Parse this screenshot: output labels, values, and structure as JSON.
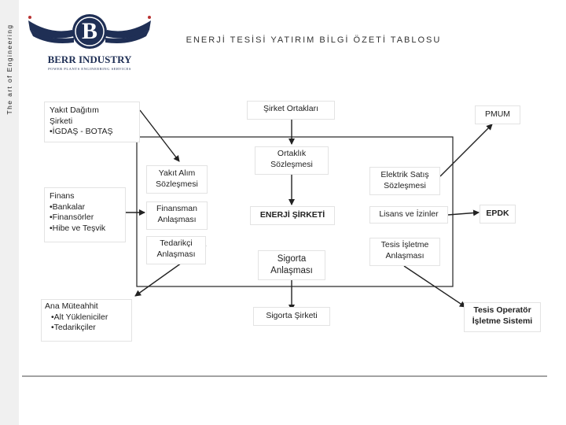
{
  "sidebar": {
    "text": "The art of Engineering"
  },
  "logo": {
    "letter": "B",
    "name": "BERR INDUSTRY",
    "tagline": "POWER PLANTS ENGINEERING SERVICES"
  },
  "header": {
    "title": "ENERJİ TESİSİ YATIRIM BİLGİ ÖZETİ TABLOSU"
  },
  "nodes": {
    "yakit_dagitim": {
      "lines": [
        "Yakıt Dağıtım",
        "Şirketi",
        "•İGDAŞ - BOTAŞ"
      ]
    },
    "sirket_ortaklari": {
      "text": "Şirket Ortakları"
    },
    "pmum": {
      "text": "PMUM"
    },
    "ortaklik": {
      "lines": [
        "Ortaklık",
        "Sözleşmesi"
      ]
    },
    "yakit_alim": {
      "lines": [
        "Yakıt Alım",
        "Sözleşmesi"
      ]
    },
    "elektrik_satis": {
      "lines": [
        "Elektrik Satış",
        "Sözleşmesi"
      ]
    },
    "finans": {
      "lines": [
        "Finans",
        "•Bankalar",
        "•Finansörler",
        "•Hibe ve Teşvik"
      ]
    },
    "finansman": {
      "lines": [
        "Finansman",
        "Anlaşması"
      ]
    },
    "enerji_sirketi": {
      "text": "ENERJİ ŞİRKETİ"
    },
    "lisans": {
      "text": "Lisans ve İzinler"
    },
    "epdk": {
      "text": "EPDK"
    },
    "tedarikci": {
      "lines": [
        "Tedarikçi",
        "Anlaşması"
      ]
    },
    "sigorta_anlasmasi": {
      "lines": [
        "Sigorta",
        "Anlaşması"
      ]
    },
    "tesis_isletme": {
      "lines": [
        "Tesis İşletme",
        "Anlaşması"
      ]
    },
    "ana_muteahhit": {
      "lines": [
        "Ana Müteahhit",
        "•Alt Yükleniciler",
        "•Tedarikçiler"
      ]
    },
    "sigorta_sirketi": {
      "text": "Sigorta Şirketi"
    },
    "tesis_operator": {
      "lines": [
        "Tesis Operatör",
        "İşletme Sistemi"
      ]
    }
  },
  "colors": {
    "brand": "#1f2f55",
    "line": "#222222",
    "box_border": "#e3e3e3"
  }
}
